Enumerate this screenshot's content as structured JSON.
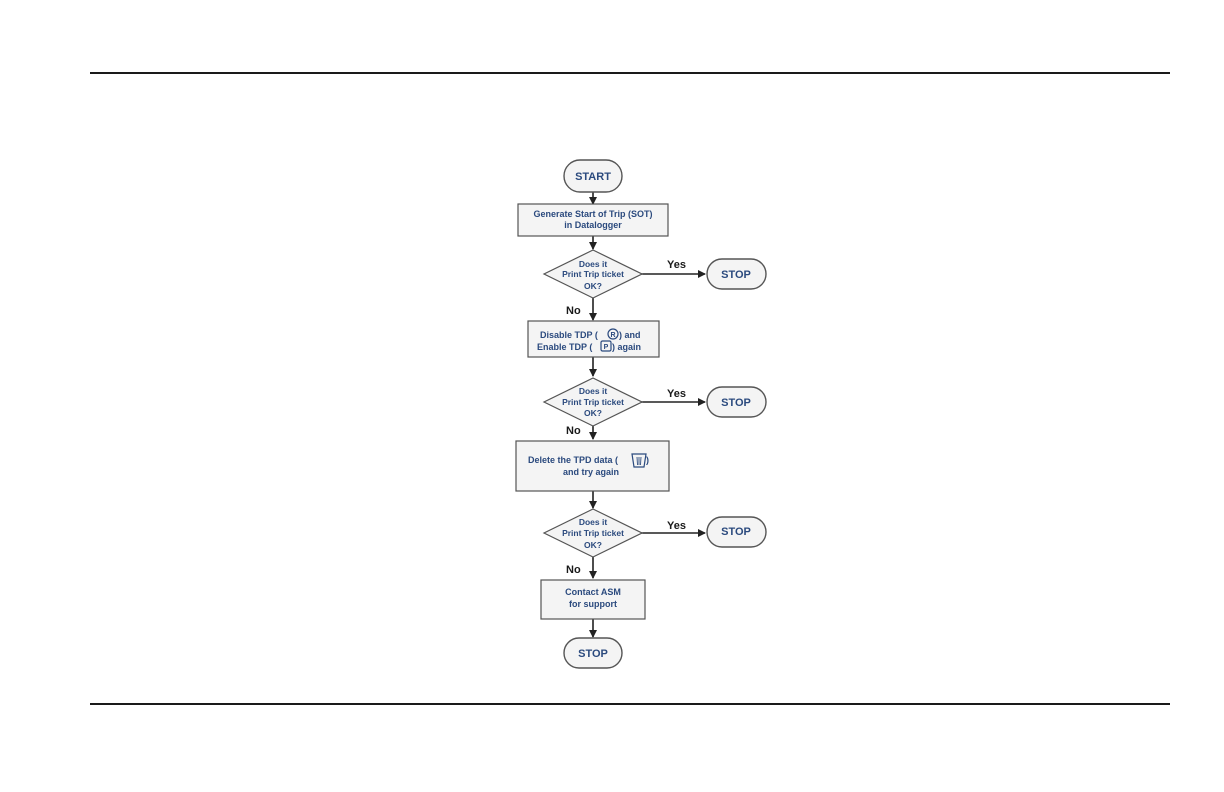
{
  "flowchart": {
    "start": "START",
    "step1": [
      "Generate Start of Trip (SOT)",
      "in Datalogger"
    ],
    "decision": [
      "Does it",
      "Print Trip ticket",
      "OK?"
    ],
    "step2": [
      "Disable TDP (",
      ") and",
      "Enable TDP (",
      ") again"
    ],
    "step3": [
      "Delete the TPD data (",
      ")",
      "and try again"
    ],
    "step4": [
      "Contact ASM",
      "for support"
    ],
    "stop": "STOP",
    "yes": "Yes",
    "no": "No"
  },
  "icons": {
    "disable": "r-circle-icon",
    "enable": "p-square-icon",
    "delete": "trash-icon"
  },
  "colors": {
    "text": "#2b4a7e",
    "fill": "#f4f4f4",
    "stroke": "#555555"
  }
}
